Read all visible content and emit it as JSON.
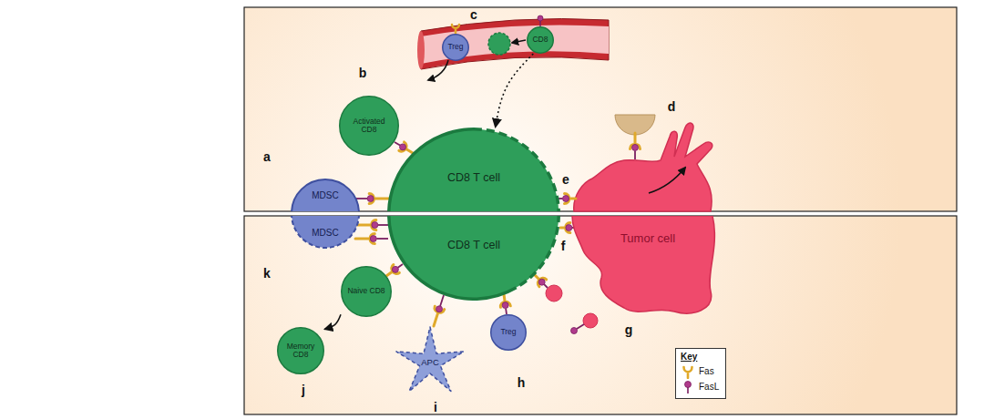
{
  "diagram": {
    "nodes": [
      {
        "text": [
          "Activated CD8"
        ]
      },
      {
        "text": [
          "Treg"
        ]
      },
      {
        "text": [
          "CD8"
        ]
      },
      {
        "text": [
          "MDSC"
        ]
      },
      {
        "text": [
          "CD8 T cell"
        ]
      },
      {
        "text": [
          "MDSC"
        ]
      },
      {
        "text": [
          "CD8 T cell"
        ]
      },
      {
        "text": [
          "Tumor cell"
        ]
      },
      {
        "text": [
          "Naive CD8"
        ]
      },
      {
        "text": [
          "Memory CD8"
        ]
      },
      {
        "text": [
          "APC"
        ]
      },
      {
        "text": [
          "Treg"
        ]
      }
    ],
    "edges": [
      {
        "from": 2,
        "to": 4,
        "arrow": "to"
      },
      {
        "from": 8,
        "to": 9,
        "arrow": "to"
      }
    ],
    "labels": [
      "a",
      "b",
      "c",
      "d",
      "e",
      "f",
      "g",
      "h",
      "i",
      "j",
      "k",
      "Key"
    ],
    "legend": [
      {
        "text": "Fas"
      },
      {
        "text": "FasL"
      }
    ]
  }
}
